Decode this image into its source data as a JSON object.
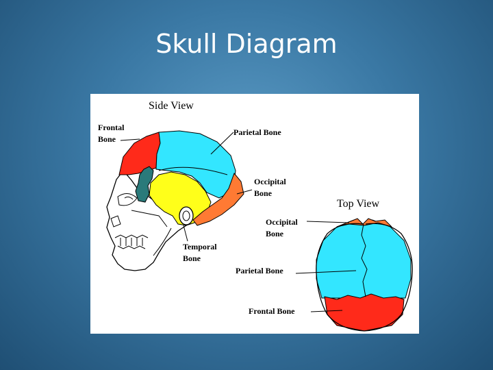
{
  "slide": {
    "title": "Skull Diagram"
  },
  "side_view": {
    "heading": "Side View",
    "labels": {
      "frontal_1": "Frontal",
      "frontal_2": "Bone",
      "parietal": "Parietal Bone",
      "occipital_1": "Occipital",
      "occipital_2": "Bone",
      "temporal_1": "Temporal",
      "temporal_2": "Bone"
    }
  },
  "top_view": {
    "heading": "Top View",
    "labels": {
      "occipital_1": "Occipital",
      "occipital_2": "Bone",
      "parietal": "Parietal Bone",
      "frontal": "Frontal Bone"
    }
  },
  "colors": {
    "frontal": "#ff2a1a",
    "parietal": "#33e6ff",
    "temporal": "#ffff1a",
    "occipital": "#ff7a33",
    "sphenoid": "#2a7a7a"
  }
}
